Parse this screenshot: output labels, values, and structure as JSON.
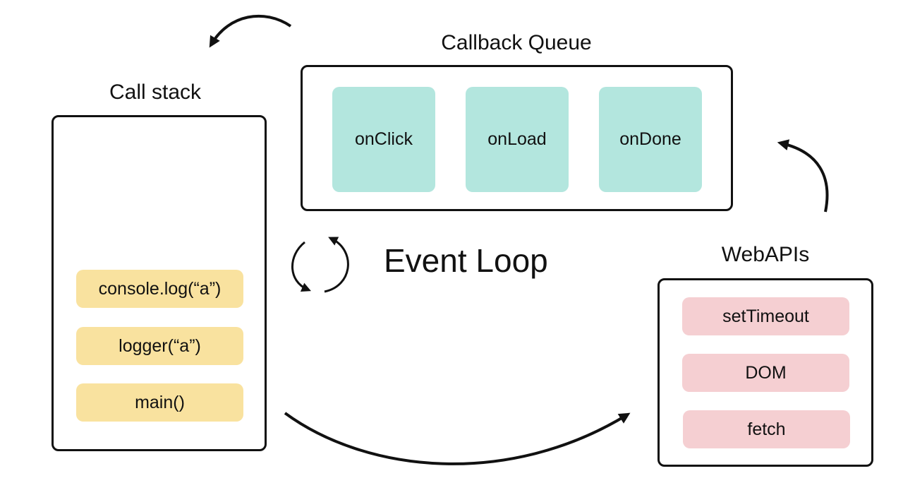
{
  "colors": {
    "queue_item": "#b3e6de",
    "stack_item": "#f9e29f",
    "api_item": "#f5cfd2",
    "outline": "#111111"
  },
  "callback_queue": {
    "title": "Callback Queue",
    "items": [
      "onClick",
      "onLoad",
      "onDone"
    ]
  },
  "call_stack": {
    "title": "Call stack",
    "items": [
      "console.log(“a”)",
      "logger(“a”)",
      "main()"
    ]
  },
  "web_apis": {
    "title": "WebAPIs",
    "items": [
      "setTimeout",
      "DOM",
      "fetch"
    ]
  },
  "event_loop": {
    "label": "Event Loop",
    "icon": "loop-icon"
  }
}
